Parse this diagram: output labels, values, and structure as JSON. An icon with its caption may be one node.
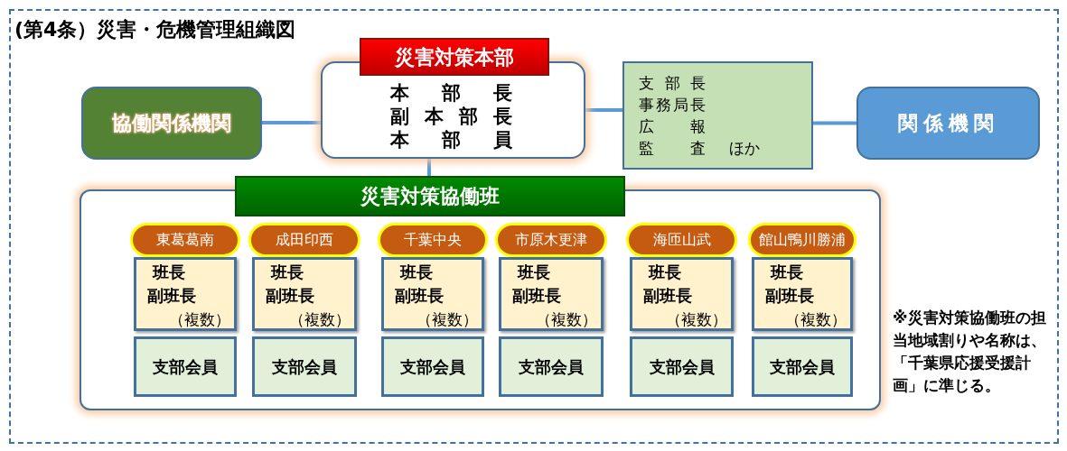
{
  "diagram": {
    "title": "(第4条）災害・危機管理組織図",
    "nodes": [
      {
        "text": [
          "災害対策本部"
        ]
      },
      {
        "text": [
          "本部長",
          "副本部長",
          "本部員"
        ]
      },
      {
        "text": [
          "協働関係機関"
        ]
      },
      {
        "text": [
          "支部長",
          "事務局長",
          "広報",
          "監査",
          "ほか"
        ]
      },
      {
        "text": [
          "関係機関"
        ]
      },
      {
        "text": [
          "災害対策協働班"
        ]
      },
      {
        "text": [
          "東葛葛南"
        ],
        "in": 5
      },
      {
        "text": [
          "班長",
          "副班長",
          "（複数）"
        ],
        "in": 5
      },
      {
        "text": [
          "支部会員"
        ],
        "in": 5
      },
      {
        "text": [
          "成田印西"
        ],
        "in": 5
      },
      {
        "text": [
          "班長",
          "副班長",
          "（複数）"
        ],
        "in": 5
      },
      {
        "text": [
          "支部会員"
        ],
        "in": 5
      },
      {
        "text": [
          "千葉中央"
        ],
        "in": 5
      },
      {
        "text": [
          "班長",
          "副班長",
          "（複数）"
        ],
        "in": 5
      },
      {
        "text": [
          "支部会員"
        ],
        "in": 5
      },
      {
        "text": [
          "市原木更津"
        ],
        "in": 5
      },
      {
        "text": [
          "班長",
          "副班長",
          "（複数）"
        ],
        "in": 5
      },
      {
        "text": [
          "支部会員"
        ],
        "in": 5
      },
      {
        "text": [
          "海匝山武"
        ],
        "in": 5
      },
      {
        "text": [
          "班長",
          "副班長",
          "（複数）"
        ],
        "in": 5
      },
      {
        "text": [
          "支部会員"
        ],
        "in": 5
      },
      {
        "text": [
          "館山鴨川勝浦"
        ],
        "in": 5
      },
      {
        "text": [
          "班長",
          "副班長",
          "（複数）"
        ],
        "in": 5
      },
      {
        "text": [
          "支部会員"
        ],
        "in": 5
      }
    ],
    "edges": [
      {
        "from": 2,
        "to": 1,
        "arrow": "none"
      },
      {
        "from": 1,
        "to": 3,
        "arrow": "none"
      },
      {
        "from": 3,
        "to": 4,
        "arrow": "none"
      },
      {
        "from": 1,
        "to": 5,
        "arrow": "none"
      }
    ],
    "labels": [
      "※災害対策協働班の担当地域割りや名称は、「千葉県応援受援計画」に準じる。"
    ]
  }
}
